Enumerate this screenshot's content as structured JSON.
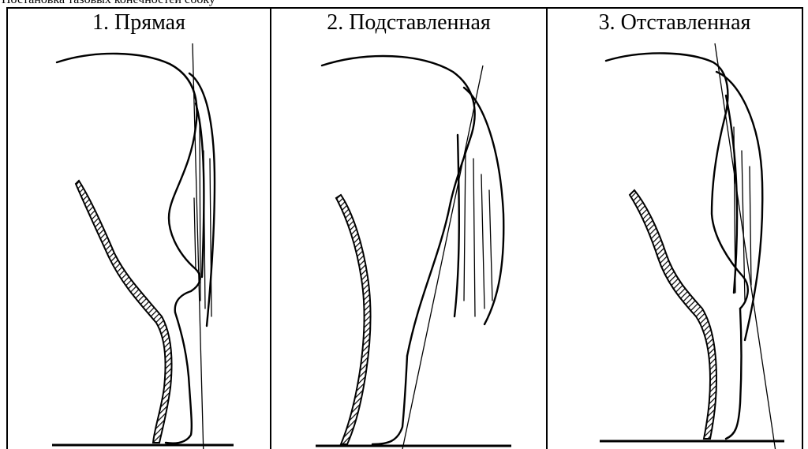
{
  "caption": "Постановка тазовых конечностей сбоку",
  "panels": [
    {
      "label": "1. Прямая"
    },
    {
      "label": "2. Подставленная"
    },
    {
      "label": "3. Отставленная"
    }
  ]
}
